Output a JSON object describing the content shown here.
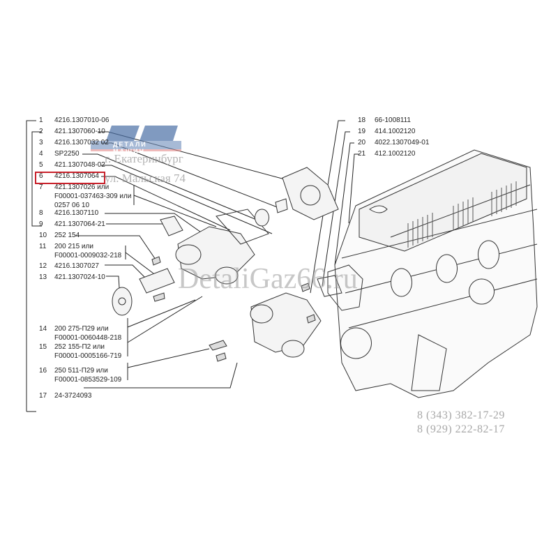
{
  "diagram": {
    "title": "Water pump assembly on engine",
    "highlighted_item": 6
  },
  "parts_left": [
    {
      "n": "1",
      "code": "4216.1307010-06"
    },
    {
      "n": "2",
      "code": "421.1307060-10"
    },
    {
      "n": "3",
      "code": "4216.1307032 02"
    },
    {
      "n": "4",
      "code": "SP2250"
    },
    {
      "n": "5",
      "code": "421.1307048-02"
    },
    {
      "n": "6",
      "code": "4216.1307064"
    },
    {
      "n": "7",
      "code": "421.1307026 или",
      "code2": "F00001-037463-309 или",
      "code3": "0257 06 10"
    },
    {
      "n": "8",
      "code": "4216.1307110"
    },
    {
      "n": "9",
      "code": "421.1307064-21"
    },
    {
      "n": "10",
      "code": "252 154"
    },
    {
      "n": "11",
      "code": "200 215 или",
      "code2": "F00001-0009032-218"
    },
    {
      "n": "12",
      "code": "4216.1307027"
    },
    {
      "n": "13",
      "code": "421.1307024-10"
    },
    {
      "n": "14",
      "code": "200 275-П29 или",
      "code2": "F00001-0060448-218"
    },
    {
      "n": "15",
      "code": "252 155-П2 или",
      "code2": "F00001-0005166-719"
    },
    {
      "n": "16",
      "code": "250 511-П29 или",
      "code2": "F00001-0853529-109"
    },
    {
      "n": "17",
      "code": "24-3724093"
    }
  ],
  "parts_right": [
    {
      "n": "18",
      "code": "66-1008111"
    },
    {
      "n": "19",
      "code": "414.1002120"
    },
    {
      "n": "20",
      "code": "4022.1307049-01"
    },
    {
      "n": "21",
      "code": "412.1002120"
    }
  ],
  "watermark": {
    "logo_text": "ДЕТАЛИ МАШИН",
    "city": "г. Екатеринбург",
    "street": "ул. Мальская 74",
    "site": "DetaliGaz66.ru",
    "phone1": "8 (343) 382-17-29",
    "phone2": "8 (929) 222-82-17"
  },
  "colors": {
    "highlight": "#c8202a",
    "logo_blue": "#4a6fa5",
    "watermark_gray": "#9a9a9a"
  }
}
